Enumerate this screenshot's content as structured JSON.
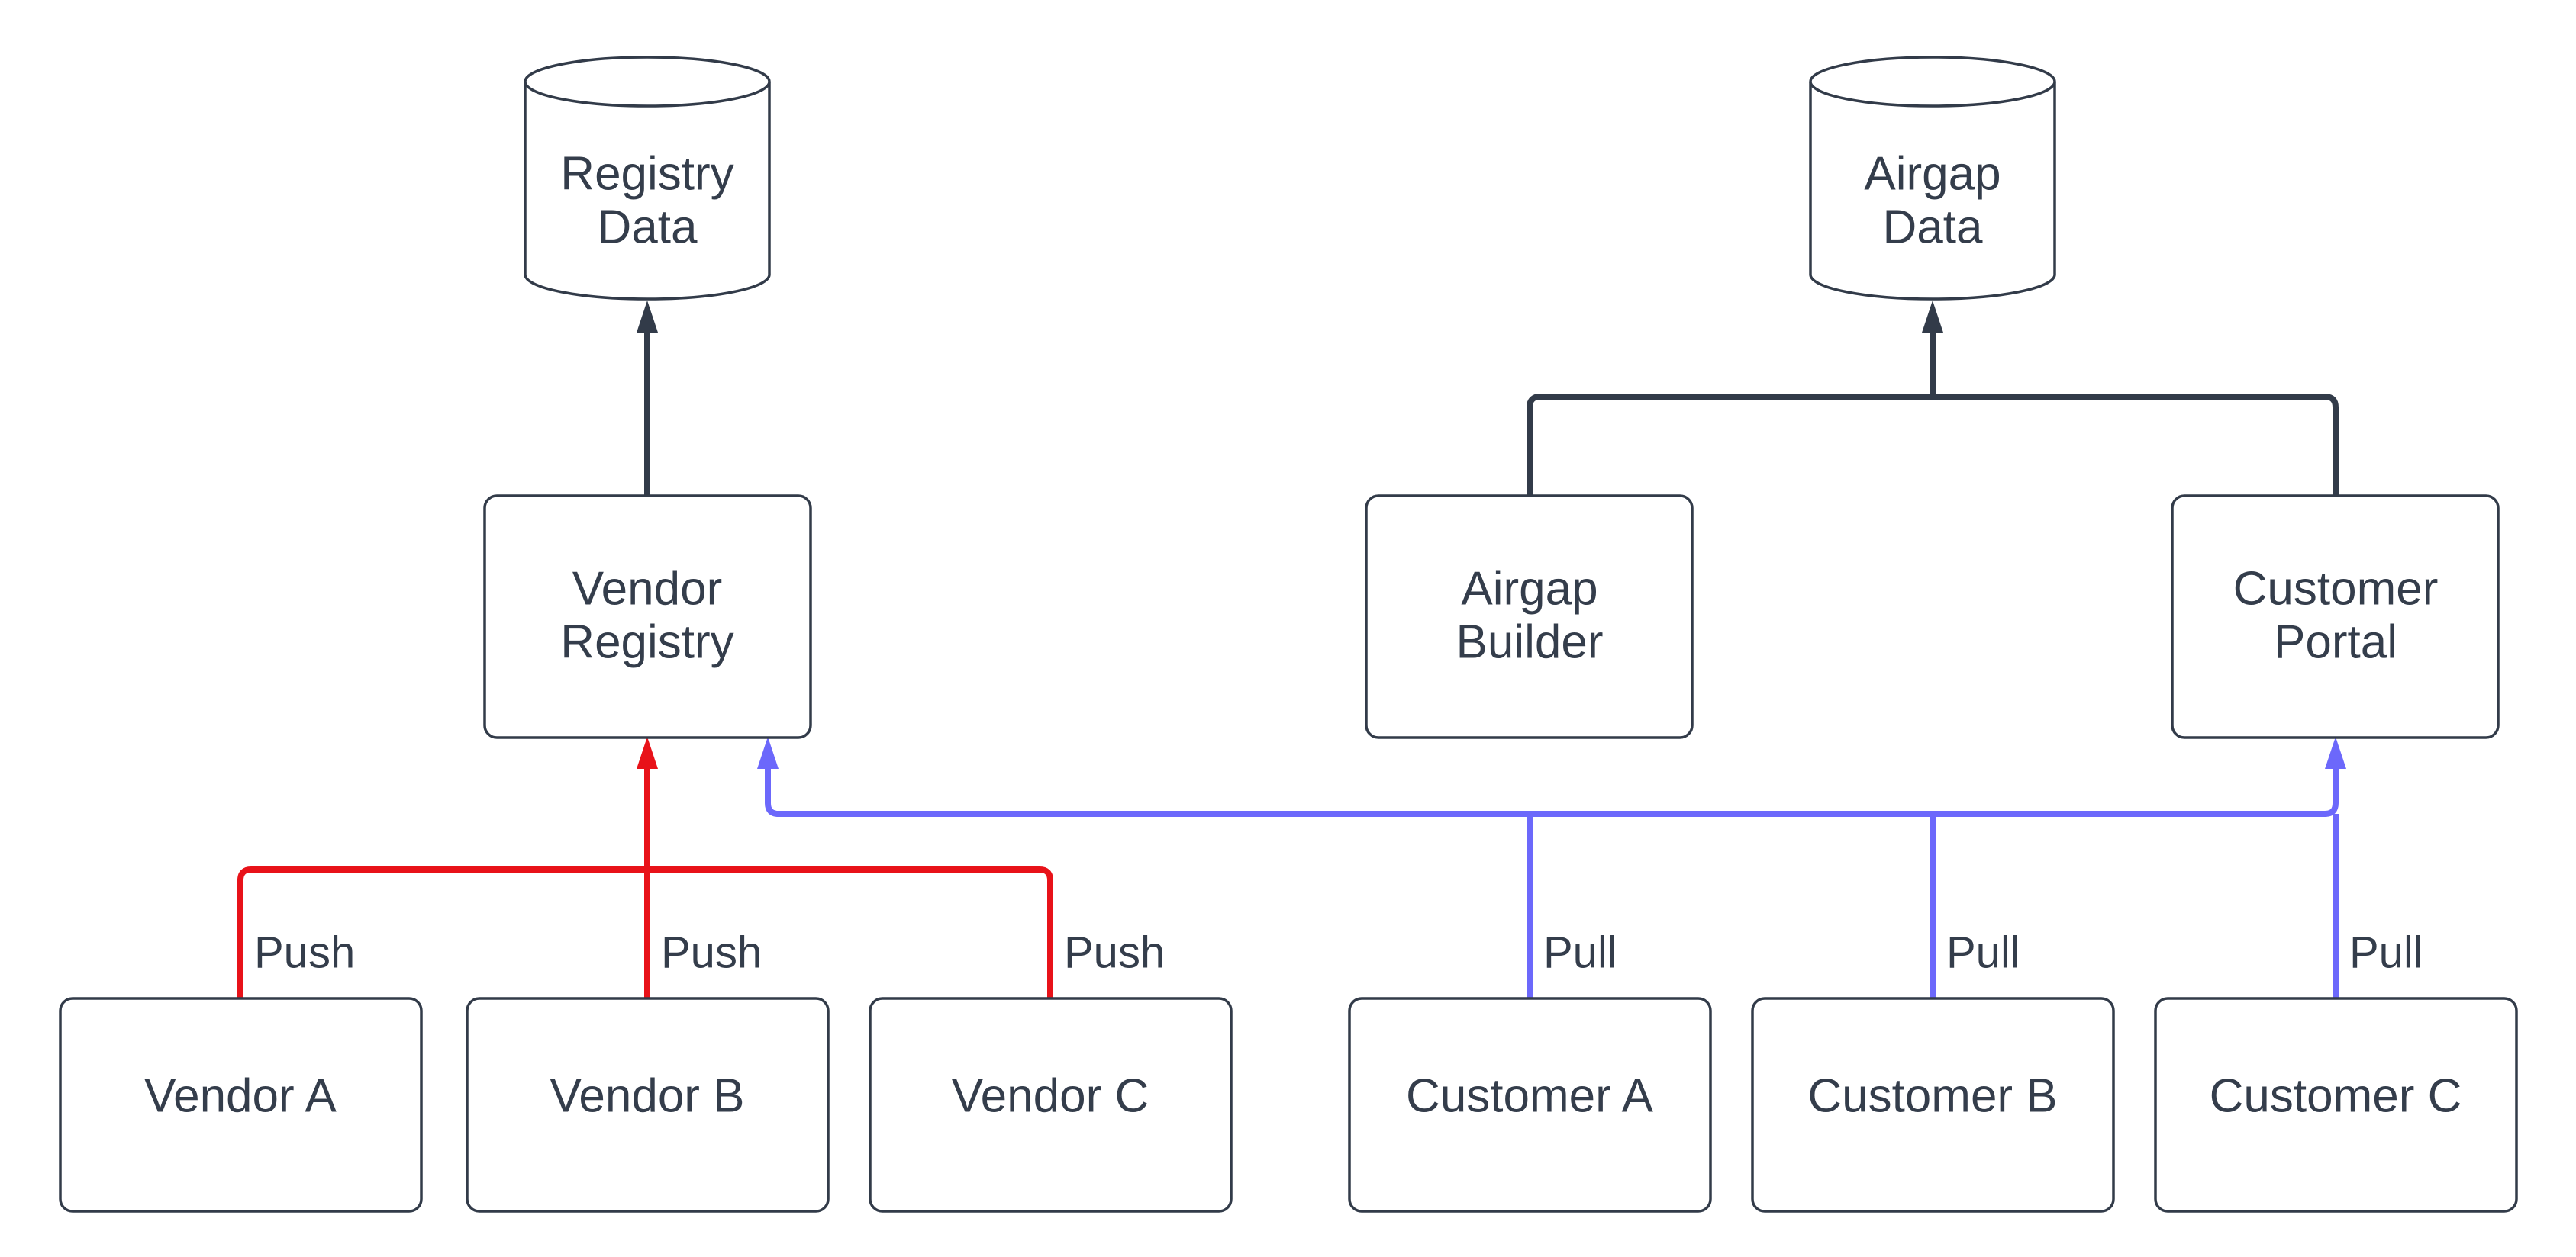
{
  "theme": {
    "background_color": "#ffffff",
    "node_border_color": "#323b49",
    "text_color": "#343d4b",
    "flow_color": "#323b49",
    "push_color": "#e81219",
    "pull_color": "#6c68fb"
  },
  "nodes": {
    "registry_data": {
      "type": "cylinder",
      "line1": "Registry",
      "line2": "Data"
    },
    "airgap_data": {
      "type": "cylinder",
      "line1": "Airgap",
      "line2": "Data"
    },
    "vendor_registry": {
      "type": "box",
      "line1": "Vendor",
      "line2": "Registry"
    },
    "airgap_builder": {
      "type": "box",
      "line1": "Airgap",
      "line2": "Builder"
    },
    "customer_portal": {
      "type": "box",
      "line1": "Customer",
      "line2": "Portal"
    },
    "vendor_a": {
      "type": "box",
      "label": "Vendor A"
    },
    "vendor_b": {
      "type": "box",
      "label": "Vendor B"
    },
    "vendor_c": {
      "type": "box",
      "label": "Vendor C"
    },
    "customer_a": {
      "type": "box",
      "label": "Customer A"
    },
    "customer_b": {
      "type": "box",
      "label": "Customer B"
    },
    "customer_c": {
      "type": "box",
      "label": "Customer C"
    }
  },
  "edge_labels": {
    "push": "Push",
    "pull": "Pull"
  },
  "connections": [
    {
      "from": "vendor_registry",
      "to": "registry_data",
      "label": "",
      "color_role": "flow"
    },
    {
      "from": "airgap_builder",
      "to": "airgap_data",
      "label": "",
      "color_role": "flow"
    },
    {
      "from": "customer_portal",
      "to": "airgap_data",
      "label": "",
      "color_role": "flow"
    },
    {
      "from": "vendor_a",
      "to": "vendor_registry",
      "label": "Push",
      "color_role": "push"
    },
    {
      "from": "vendor_b",
      "to": "vendor_registry",
      "label": "Push",
      "color_role": "push"
    },
    {
      "from": "vendor_c",
      "to": "vendor_registry",
      "label": "Push",
      "color_role": "push"
    },
    {
      "from": "customer_a",
      "to": "vendor_registry",
      "label": "Pull",
      "color_role": "pull"
    },
    {
      "from": "customer_b",
      "to": "vendor_registry",
      "label": "Pull",
      "color_role": "pull"
    },
    {
      "from": "customer_c",
      "to": "vendor_registry",
      "label": "Pull",
      "color_role": "pull"
    },
    {
      "from": "customer_a",
      "to": "customer_portal",
      "label": "Pull",
      "color_role": "pull"
    },
    {
      "from": "customer_b",
      "to": "customer_portal",
      "label": "Pull",
      "color_role": "pull"
    },
    {
      "from": "customer_c",
      "to": "customer_portal",
      "label": "Pull",
      "color_role": "pull"
    }
  ]
}
